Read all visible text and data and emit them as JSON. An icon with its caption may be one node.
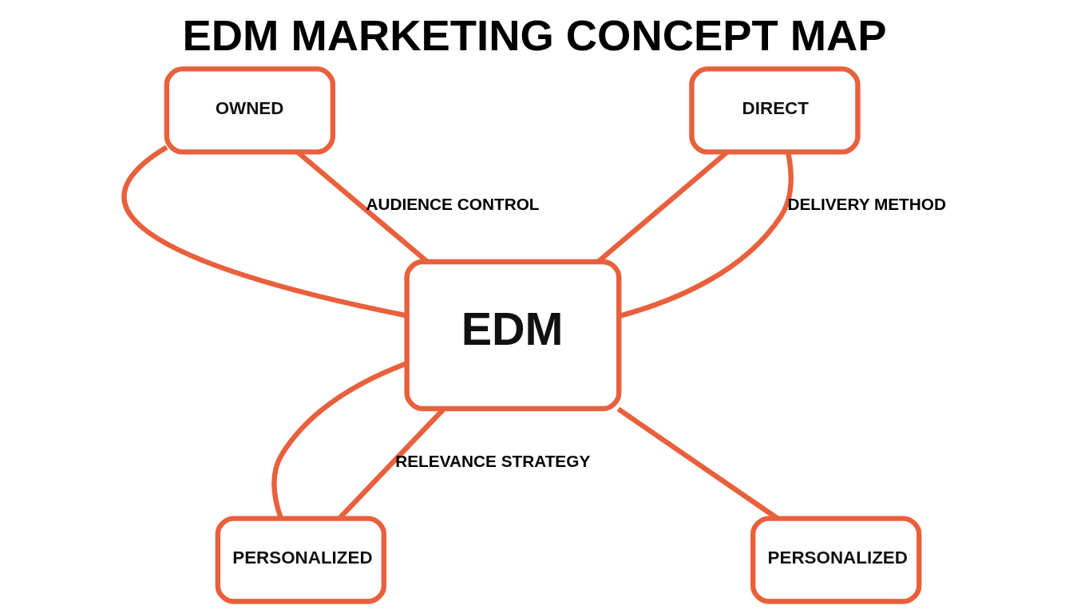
{
  "diagram": {
    "title": "EDM MARKETING CONCEPT MAP",
    "nodes": [
      {
        "text": [
          "OWNED"
        ]
      },
      {
        "text": [
          "DIRECT"
        ]
      },
      {
        "text": [
          "EDM"
        ]
      },
      {
        "text": [
          "PERSONALIZED"
        ]
      },
      {
        "text": [
          "PERSONALIZED"
        ]
      }
    ],
    "edges": [
      {
        "from": 0,
        "to": 2,
        "arrow": "none"
      },
      {
        "from": 1,
        "to": 2,
        "arrow": "none"
      },
      {
        "from": 2,
        "to": 3,
        "arrow": "none"
      },
      {
        "from": 2,
        "to": 4,
        "arrow": "none"
      },
      {
        "from": 0,
        "to": 2,
        "arrow": "none",
        "label": "AUDIENCE CONTROL"
      },
      {
        "from": 1,
        "to": 2,
        "arrow": "none",
        "label": "DELIVERY METHOD"
      },
      {
        "from": 3,
        "to": 2,
        "arrow": "none",
        "label": "RELEVANCE STRATEGY"
      }
    ]
  }
}
